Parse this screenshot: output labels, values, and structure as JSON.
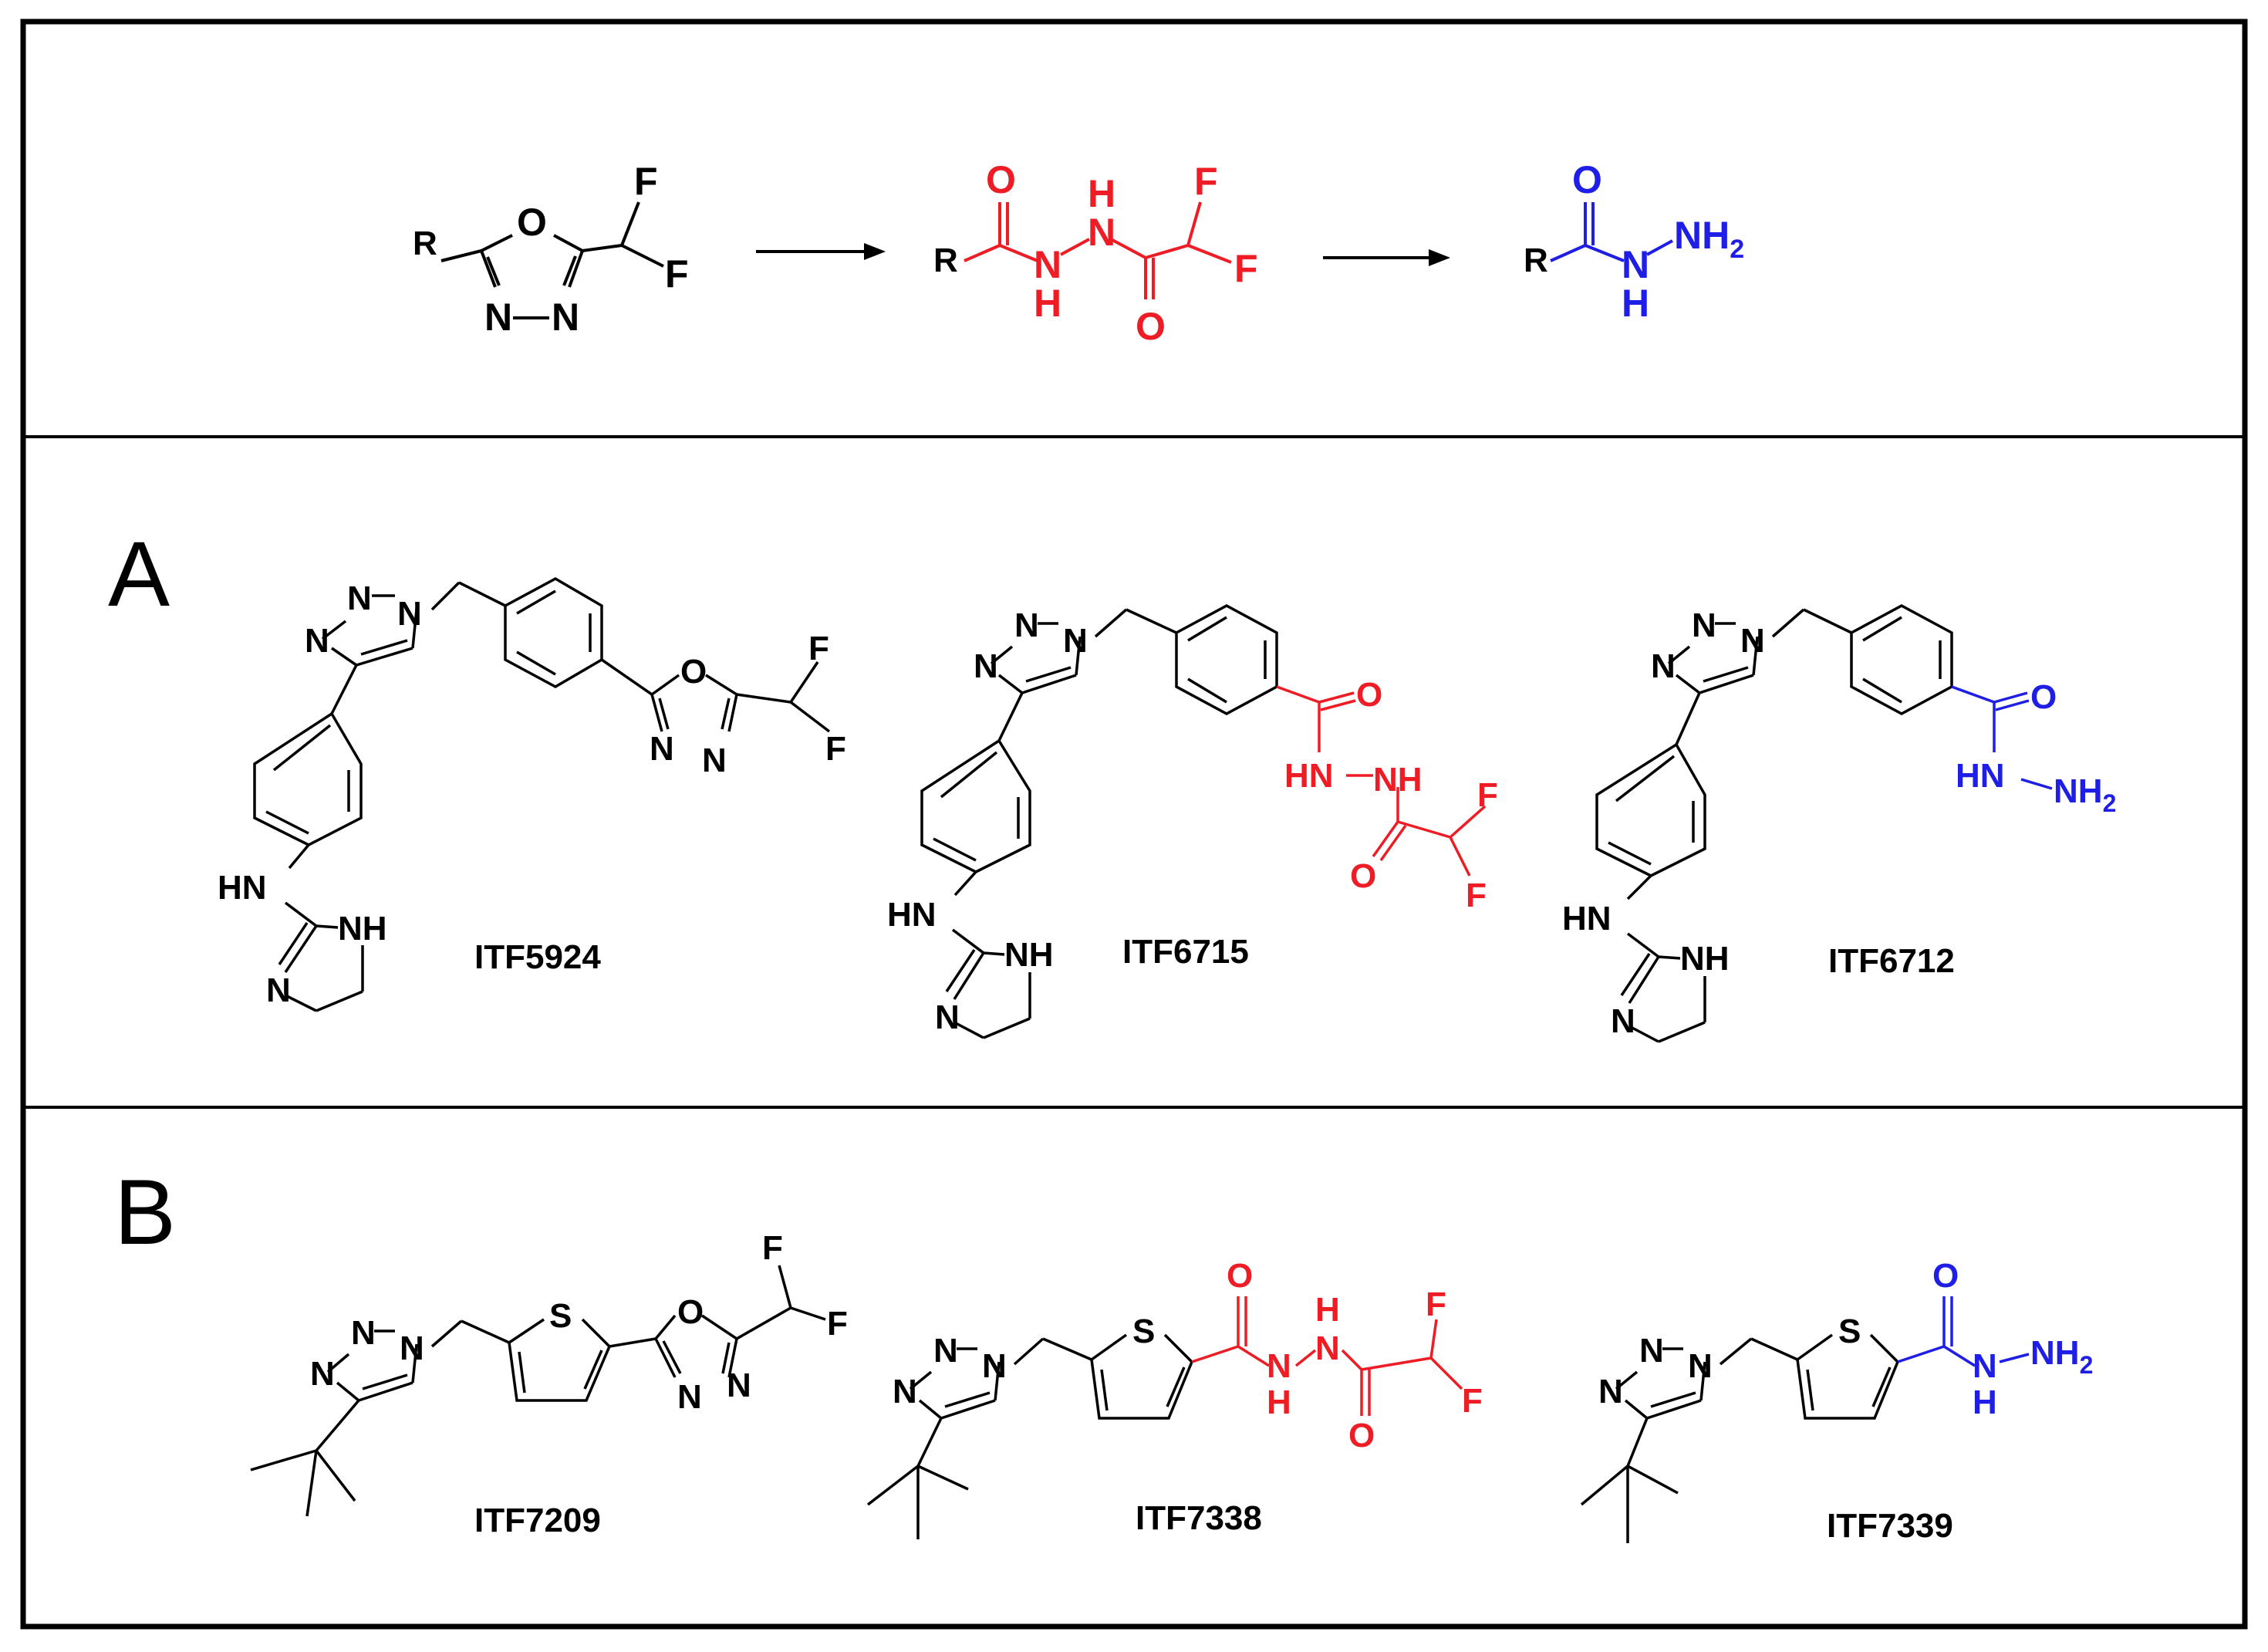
{
  "colors": {
    "line": "#000000",
    "intermediate": "#ee1c24",
    "product": "#1e1ee6",
    "background": "#ffffff"
  },
  "scheme": {
    "substituent": "R",
    "oxygen": "O",
    "nitrogen": "N",
    "fluorine": "F",
    "hydrogen": "H",
    "amino": "NH",
    "amino_sub": "2"
  },
  "panels": {
    "a_label": "A",
    "b_label": "B"
  },
  "compounds": {
    "itf5924": "ITF5924",
    "itf6715": "ITF6715",
    "itf6712": "ITF6712",
    "itf7209": "ITF7209",
    "itf7338": "ITF7338",
    "itf7339": "ITF7339"
  },
  "atoms": {
    "imine_nh": "HN",
    "ring_nh": "NH",
    "hydrazide_nh": "HN",
    "hydrazide_nh2": "NH",
    "nh2_sub": "2",
    "sulfur": "S"
  }
}
